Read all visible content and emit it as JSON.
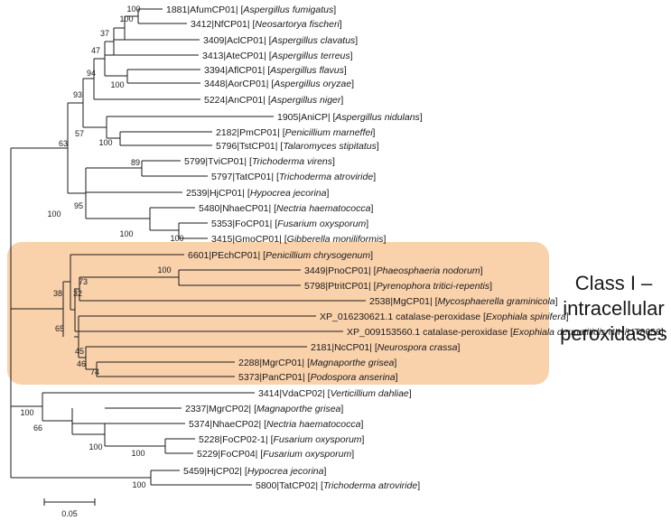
{
  "highlight_color": "#f9d1ab",
  "class_label": {
    "line1": "Class I –",
    "line2": "intracellular",
    "line3": "peroxidases"
  },
  "scale_label": "0.05",
  "leaves": [
    {
      "id": "1881|AfumCP01|",
      "species": "Aspergillus fumigatus"
    },
    {
      "id": "3412|NfCP01|",
      "species": "Neosartorya fischeri"
    },
    {
      "id": "3409|AclCP01|",
      "species": "Aspergillus clavatus"
    },
    {
      "id": "3413|AteCP01|",
      "species": "Aspergillus terreus"
    },
    {
      "id": "3394|AflCP01|",
      "species": "Aspergillus flavus"
    },
    {
      "id": "3448|AorCP01|",
      "species": "Aspergillus oryzae"
    },
    {
      "id": "5224|AnCP01|",
      "species": "Aspergillus niger"
    },
    {
      "id": "1905|AniCP|",
      "species": "Aspergillus nidulans"
    },
    {
      "id": "2182|PmCP01|",
      "species": "Penicillium marneffei"
    },
    {
      "id": "5796|TstCP01|",
      "species": "Talaromyces stipitatus"
    },
    {
      "id": "5799|TviCP01|",
      "species": "Trichoderma virens"
    },
    {
      "id": "5797|TatCP01|",
      "species": "Trichoderma atroviride"
    },
    {
      "id": "2539|HjCP01|",
      "species": "Hypocrea jecorina"
    },
    {
      "id": "5480|NhaeCP01|",
      "species": "Nectria haematococca"
    },
    {
      "id": "5353|FoCP01|",
      "species": "Fusarium oxysporum"
    },
    {
      "id": "3415|GmoCP01|",
      "species": "Gibberella moniliformis"
    },
    {
      "id": "6601|PEchCP01|",
      "species": "Penicillium chrysogenum"
    },
    {
      "id": "3449|PnoCP01|",
      "species": "Phaeosphaeria nodorum"
    },
    {
      "id": "5798|PtritCP01|",
      "species": "Pyrenophora tritici-repentis"
    },
    {
      "id": "2538|MgCP01|",
      "species": "Mycosphaerella graminicola"
    },
    {
      "id": "XP_016230621.1 catalase-peroxidase",
      "species": "Exophiala spinifera"
    },
    {
      "id": "XP_009153560.1 catalase-peroxidase",
      "species": "Exophiala dermatitidis",
      "suffix": " NIH/UT8656"
    },
    {
      "id": "2181|NcCP01|",
      "species": "Neurospora crassa"
    },
    {
      "id": "2288|MgrCP01|",
      "species": "Magnaporthe grisea"
    },
    {
      "id": "5373|PanCP01|",
      "species": "Podospora anserina"
    },
    {
      "id": "3414|VdaCP02|",
      "species": "Verticillium dahliae"
    },
    {
      "id": "2337|MgrCP02|",
      "species": "Magnaporthe grisea"
    },
    {
      "id": "5374|NhaeCP02|",
      "species": "Nectria haematococca"
    },
    {
      "id": "5228|FoCP02-1|",
      "species": "Fusarium oxysporum"
    },
    {
      "id": "5229|FoCP04|",
      "species": "Fusarium oxysporum"
    },
    {
      "id": "5459|HjCP02|",
      "species": "Hypocrea jecorina"
    },
    {
      "id": "5800|TatCP02|",
      "species": "Trichoderma atroviride"
    }
  ],
  "bootstrap": [
    "100",
    "100",
    "37",
    "47",
    "94",
    "100",
    "93",
    "57",
    "100",
    "63",
    "89",
    "95",
    "100",
    "100",
    "100",
    "38",
    "32",
    "100",
    "73",
    "65",
    "45",
    "46",
    "74",
    "100",
    "66",
    "100",
    "100",
    "100"
  ]
}
